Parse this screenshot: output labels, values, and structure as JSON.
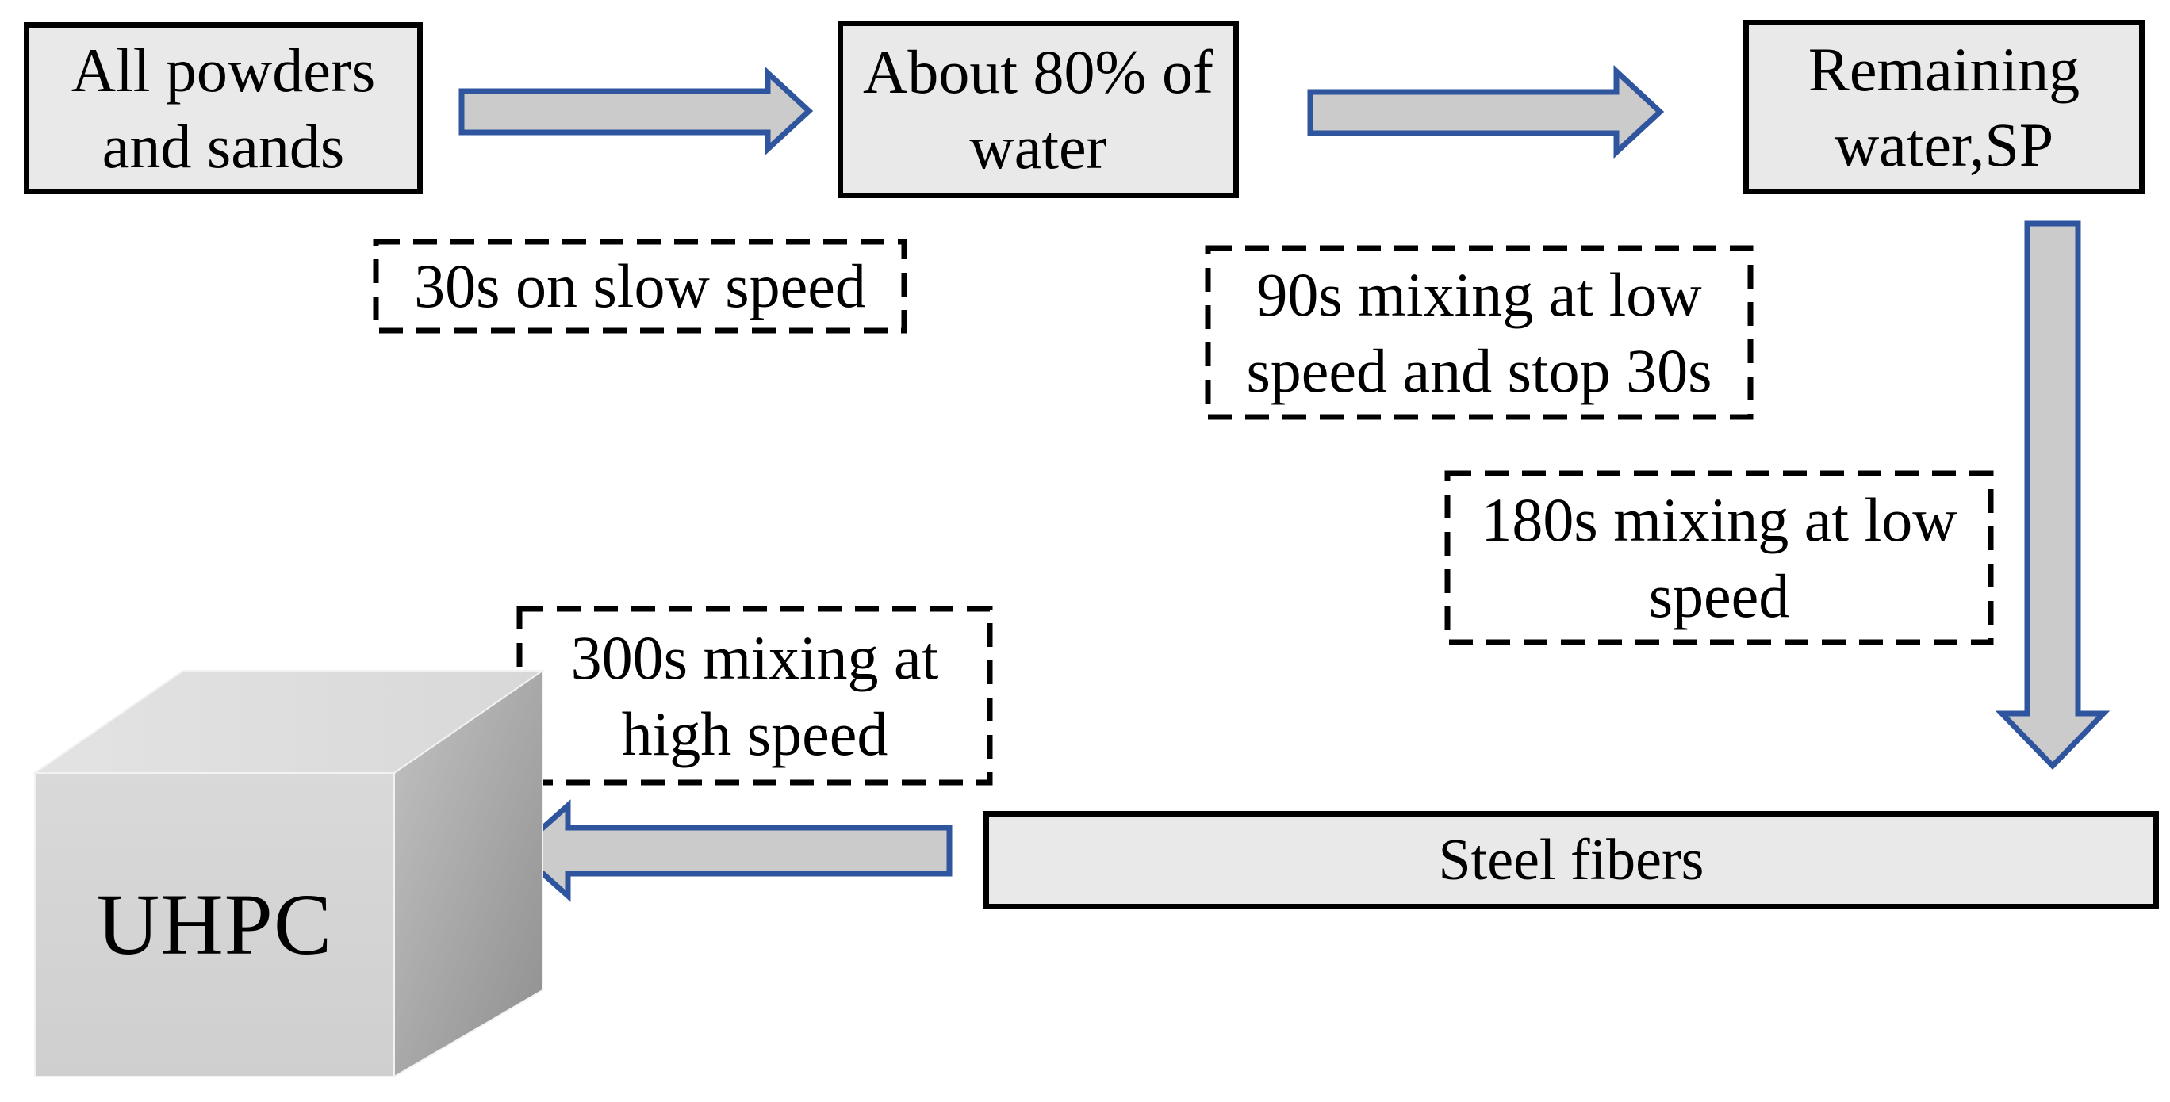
{
  "nodes": {
    "powders_sands": "All powders\nand sands",
    "water80": "About 80% of\nwater",
    "remaining_water_sp": "Remaining\nwater,SP",
    "steel_fibers": "Steel fibers",
    "uhpc": "UHPC"
  },
  "annotations": {
    "step1": "30s on slow speed",
    "step2": "90s mixing at low\nspeed and stop 30s",
    "step3": "180s mixing at low\nspeed",
    "step4": "300s mixing at\nhigh speed"
  },
  "colors": {
    "background": "#ffffff",
    "text": "#000000",
    "node_fill": "#e9e9e9",
    "node_border": "#000000",
    "arrow_fill": "#cbcbcb",
    "arrow_border": "#2e559d",
    "cube_top": "#dfdfdf",
    "cube_front": "#d4d4d4",
    "cube_side": "#a5a5a5"
  }
}
